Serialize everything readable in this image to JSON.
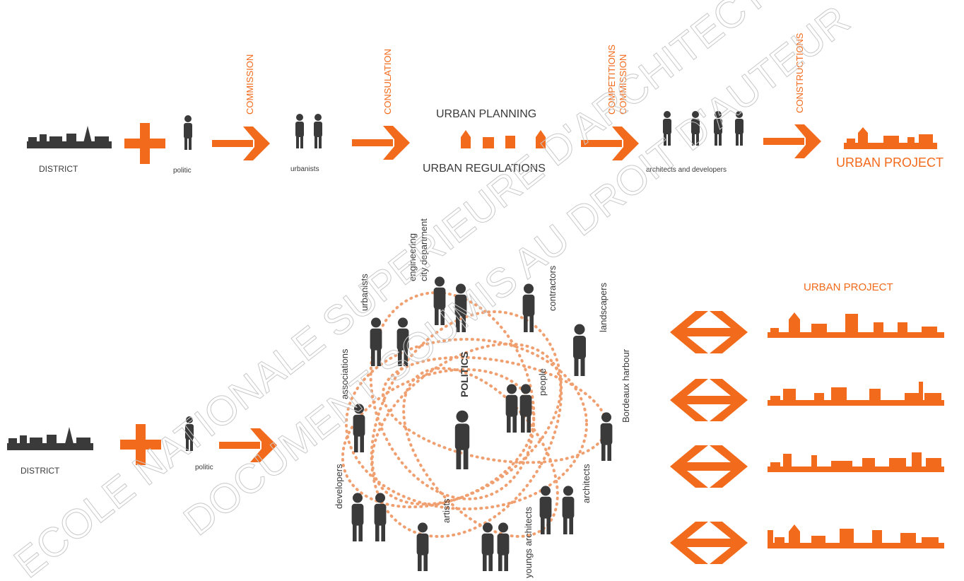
{
  "colors": {
    "accent": "#f26a1b",
    "figure": "#3a3a3a",
    "dots": "#f0a070",
    "watermark": "#c9c9c9"
  },
  "top_flow": {
    "district": "DISTRICT",
    "politic": "politic",
    "commission": "COMMISSION",
    "urbanists": "urbanists",
    "consulation": "CONSULATION",
    "urban_planning": "URBAN PLANNING",
    "urban_regulations": "URBAN REGULATIONS",
    "competitions": "COMPETITIONS",
    "commission2": "COMMISSION",
    "architects_developers": "architects and developers",
    "constructions": "CONSTRUCTIONS",
    "urban_project": "URBAN PROJECT"
  },
  "bottom_flow": {
    "district": "DISTRICT",
    "politic": "politic",
    "politics": "POLITICS",
    "urban_project": "URBAN PROJECT",
    "actors": {
      "engineering": "engineering",
      "city_department": "city department",
      "urbanists": "urbanists",
      "associations": "associations",
      "contractors": "contractors",
      "landscapers": "landscapers",
      "people": "people",
      "bordeaux_harbour": "Bordeaux harbour",
      "developers": "developers",
      "artists": "artists",
      "youngs_architects": "youngs architects",
      "architects": "architects"
    }
  },
  "watermark": {
    "line1": "ECOLE NATIONALE SUPERIEURE D'ARCHITECTURE",
    "line2": "DOCUMENT SOUMIS AU DROIT D'AUTEUR"
  }
}
